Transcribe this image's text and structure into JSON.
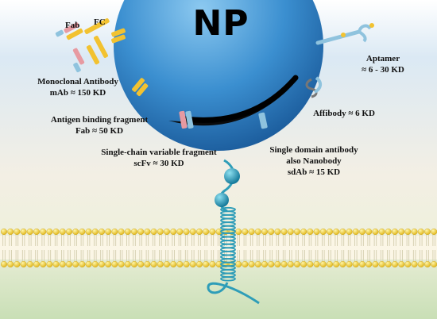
{
  "nanoparticle": {
    "label": "NP"
  },
  "antibody_parts": {
    "fab": "Fab",
    "fc": "FC"
  },
  "labels": {
    "mab_name": "Monoclonal Antibody",
    "mab_size": "mAb ≈ 150 KD",
    "fab_name": "Antigen binding fragment",
    "fab_size": "Fab ≈ 50 KD",
    "scfv_name": "Single-chain variable fragment",
    "scfv_size": "scFv ≈ 30 KD",
    "sdab_name": "Single domain antibody",
    "sdab_alias": "also  Nanobody",
    "sdab_size": "sdAb ≈ 15 KD",
    "affibody": "Affibody ≈ 6 KD",
    "aptamer_name": "Aptamer",
    "aptamer_size": "≈ 6 - 30 KD"
  },
  "colors": {
    "np_blue": "#2f86c6",
    "heavy_chain": "#f2c230",
    "light_chain_pink": "#e79aa1",
    "light_chain_blue": "#8fc3de",
    "membrane_head": "#f0d64a",
    "receptor": "#2e9db8"
  }
}
